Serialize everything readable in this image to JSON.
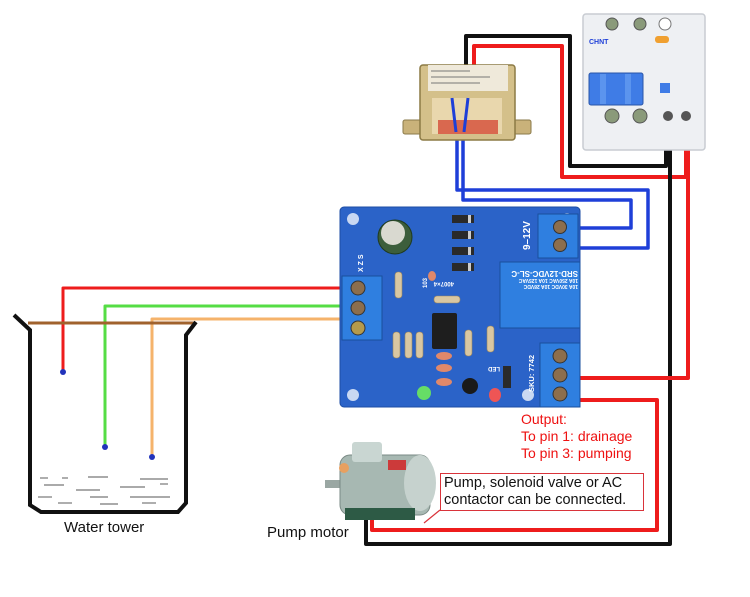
{
  "labels": {
    "water_tower": "Water tower",
    "pump_motor": "Pump motor",
    "output_title": "Output:",
    "output_pin1": "To pin 1: drainage",
    "output_pin3": "To pin 3: pumping",
    "callout_line1": "Pump, solenoid valve or AC",
    "callout_line2": "contactor can be connected."
  },
  "pcb": {
    "power_label": "9–12V",
    "relay_model": "SRD-12VDC-SL-C",
    "relay_rating1": "10A 250VAC 10A 125VAC",
    "relay_rating2": "10A 30VDC 10A 28VDC",
    "sku": "SKU: 7742",
    "diode_label": "4007×4",
    "cap_label": "103",
    "led_label": "LED",
    "probe_labels": "X Z S"
  },
  "breaker": {
    "brand": "CHNT"
  },
  "wire_colors": {
    "live": "#ee1c1c",
    "neutral": "#111111",
    "low_voltage": "#1e3fd8",
    "probe_high": "#ee1c1c",
    "probe_mid": "#55dd44",
    "probe_low": "#f5b36b",
    "probe_common": "#a0622d"
  }
}
